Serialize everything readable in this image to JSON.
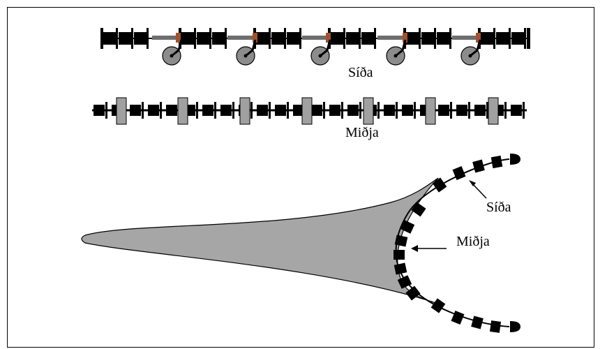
{
  "diagram": {
    "labels": {
      "top_chain": "Síða",
      "middle_chain": "Miðja",
      "arrow_sida": "Síða",
      "arrow_midja": "Miðja"
    },
    "colors": {
      "block": "#000000",
      "wheel": "#8c8c8c",
      "bobbin": "#a0a0a0",
      "orange_link": "#a0522d",
      "trawl_fill": "#a6a6a6",
      "outline": "#000000"
    },
    "counts": {
      "top_wheels": 5,
      "middle_bobbins": 7
    }
  }
}
